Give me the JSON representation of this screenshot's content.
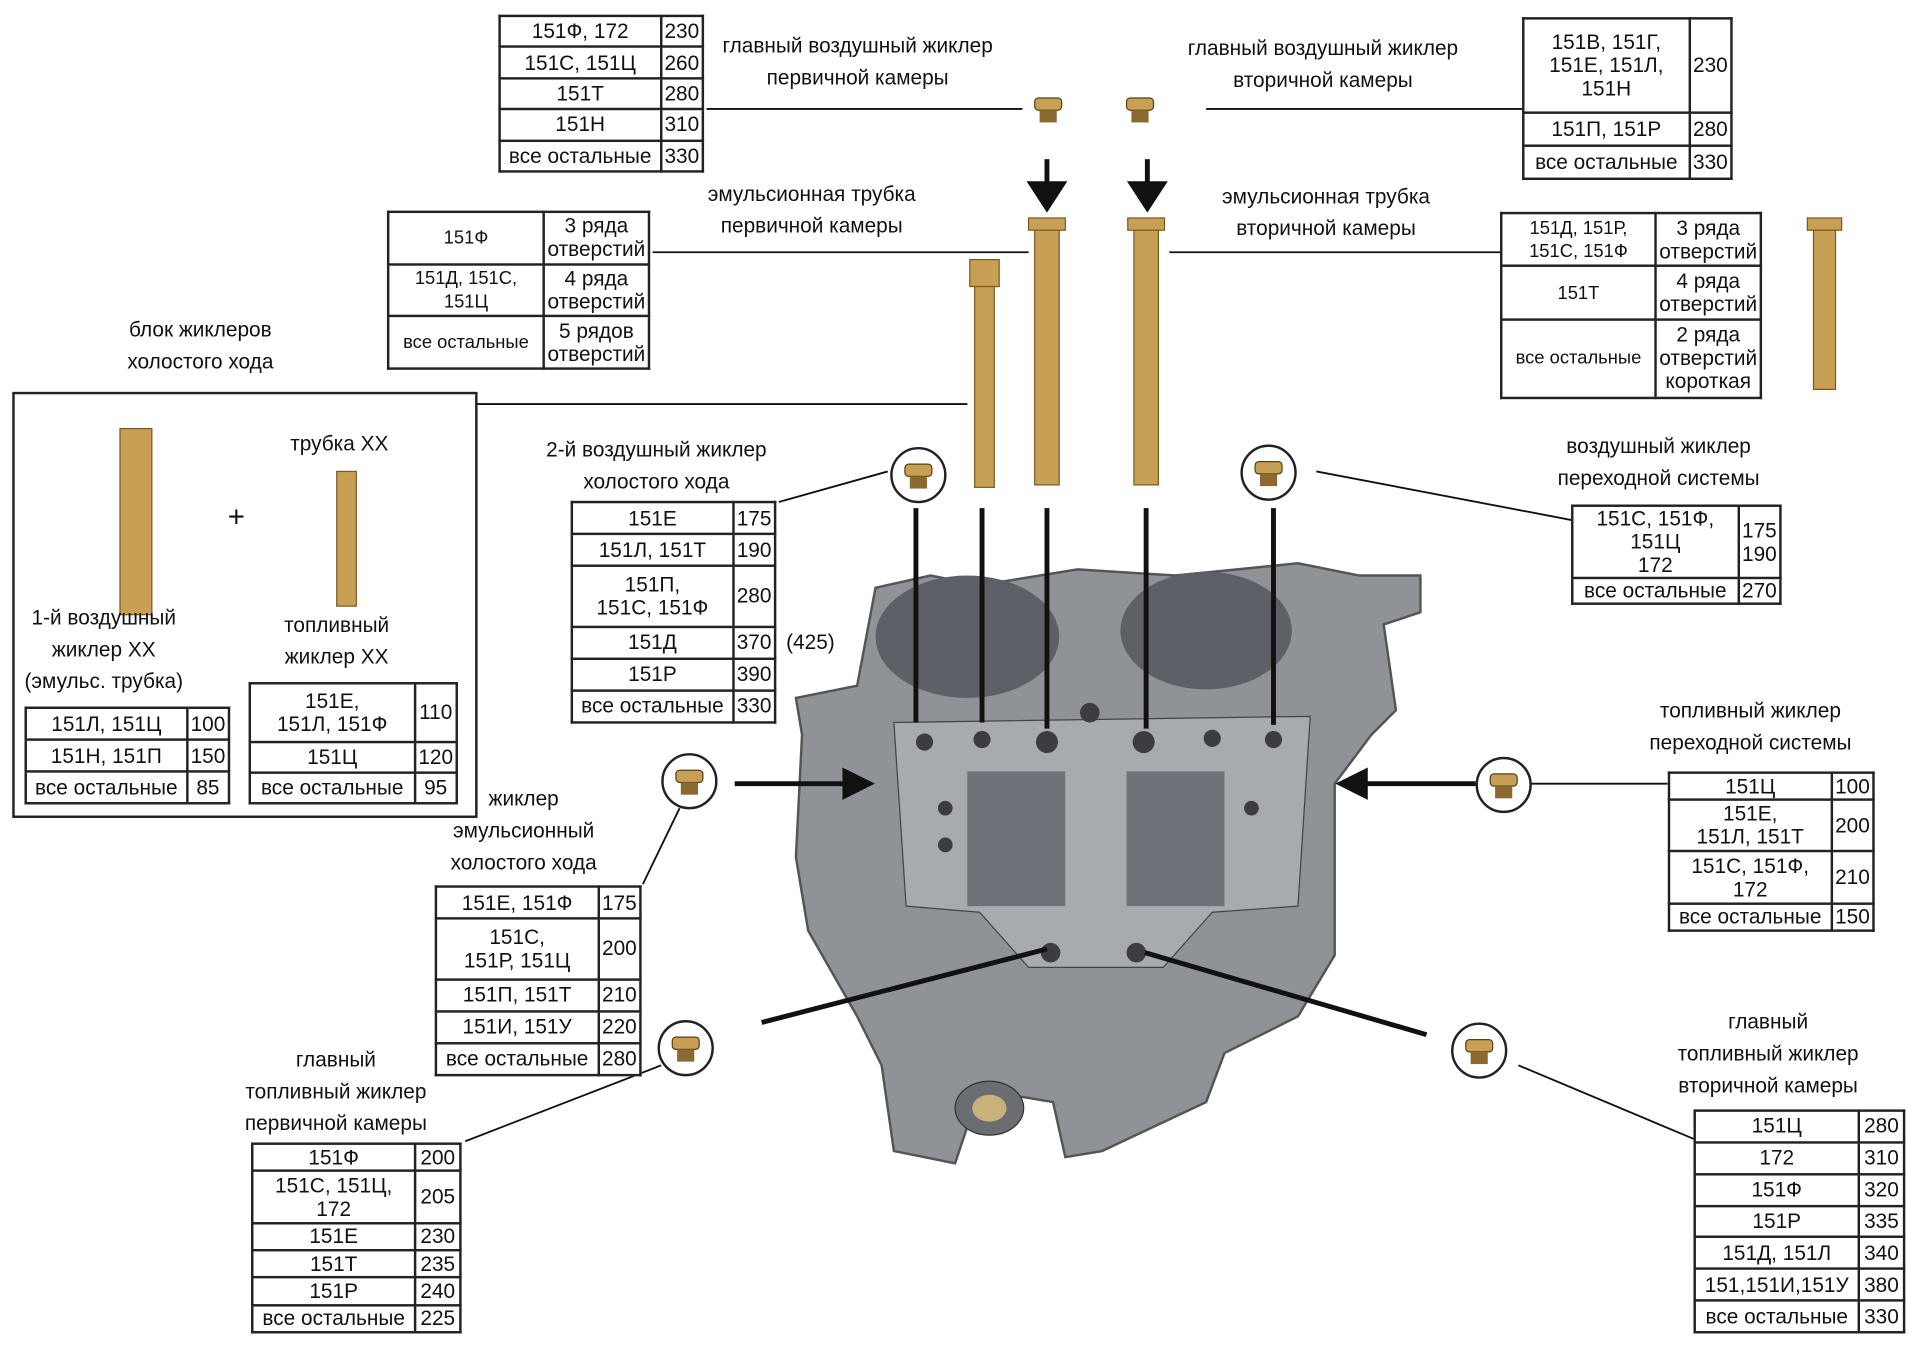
{
  "colors": {
    "brass": "#c8a055",
    "body": "#8f9297",
    "line": "#222222"
  },
  "labels": {
    "main_air_primary": "главный воздушный жиклер\nпервичной камеры",
    "main_air_secondary": "главный воздушный жиклер\nвторичной камеры",
    "emulsion_primary": "эмульсионная трубка\nпервичной камеры",
    "emulsion_secondary": "эмульсионная трубка\nвторичной камеры",
    "idle_block": "блок жиклеров\nхолостого хода",
    "idle_tube": "трубка XX",
    "idle_air_1": "1-й воздушный\nжиклер XX\n(эмульс. трубка)",
    "idle_fuel": "топливный\nжиклер XX",
    "plus": "+",
    "idle_air_2": "2-й воздушный жиклер\nхолостого хода",
    "transition_air": "воздушный жиклер\nпереходной системы",
    "transition_fuel": "топливный жиклер\nпереходной системы",
    "idle_emulsion": "жиклер\nэмульсионный\nхолостого хода",
    "main_fuel_primary": "главный\nтопливный жиклер\nпервичной камеры",
    "main_fuel_secondary": "главный\nтопливный жиклер\nвторичной камеры",
    "note_425": "(425)"
  },
  "tables": {
    "main_air_primary": [
      [
        "151Ф, 172",
        "230"
      ],
      [
        "151С, 151Ц",
        "260"
      ],
      [
        "151Т",
        "280"
      ],
      [
        "151Н",
        "310"
      ],
      [
        "все остальные",
        "330"
      ]
    ],
    "main_air_secondary": [
      [
        "151В, 151Г,\n151Е, 151Л,\n151Н",
        "230"
      ],
      [
        "151П, 151Р",
        "280"
      ],
      [
        "все остальные",
        "330"
      ]
    ],
    "emulsion_primary": [
      [
        "151Ф",
        "3 ряда\nотверстий"
      ],
      [
        "151Д, 151С,\n151Ц",
        "4 ряда\nотверстий"
      ],
      [
        "все остальные",
        "5 рядов\nотверстий"
      ]
    ],
    "emulsion_secondary": [
      [
        "151Д, 151Р,\n151С, 151Ф",
        "3 ряда\nотверстий"
      ],
      [
        "151Т",
        "4 ряда\nотверстий"
      ],
      [
        "все остальные",
        "2 ряда\nотверстий\nкороткая"
      ]
    ],
    "idle_air_2": [
      [
        "151Е",
        "175"
      ],
      [
        "151Л, 151Т",
        "190"
      ],
      [
        "151П,\n151С, 151Ф",
        "280"
      ],
      [
        "151Д",
        "370"
      ],
      [
        "151Р",
        "390"
      ],
      [
        "все остальные",
        "330"
      ]
    ],
    "transition_air": [
      [
        "151С, 151Ф, 151Ц\n172",
        "175\n190"
      ],
      [
        "все остальные",
        "270"
      ]
    ],
    "idle_air_1": [
      [
        "151Л, 151Ц",
        "100"
      ],
      [
        "151Н, 151П",
        "150"
      ],
      [
        "все остальные",
        "85"
      ]
    ],
    "idle_fuel": [
      [
        "151Е,\n151Л, 151Ф",
        "110"
      ],
      [
        "151Ц",
        "120"
      ],
      [
        "все остальные",
        "95"
      ]
    ],
    "idle_emulsion": [
      [
        "151Е, 151Ф",
        "175"
      ],
      [
        "151С,\n151Р, 151Ц",
        "200"
      ],
      [
        "151П, 151Т",
        "210"
      ],
      [
        "151И, 151У",
        "220"
      ],
      [
        "все остальные",
        "280"
      ]
    ],
    "transition_fuel": [
      [
        "151Ц",
        "100"
      ],
      [
        "151Е,\n151Л, 151Т",
        "200"
      ],
      [
        "151С, 151Ф, 172",
        "210"
      ],
      [
        "все остальные",
        "150"
      ]
    ],
    "main_fuel_primary": [
      [
        "151Ф",
        "200"
      ],
      [
        "151С, 151Ц, 172",
        "205"
      ],
      [
        "151Е",
        "230"
      ],
      [
        "151Т",
        "235"
      ],
      [
        "151Р",
        "240"
      ],
      [
        "все остальные",
        "225"
      ]
    ],
    "main_fuel_secondary": [
      [
        "151Ц",
        "280"
      ],
      [
        "172",
        "310"
      ],
      [
        "151Ф",
        "320"
      ],
      [
        "151Р",
        "335"
      ],
      [
        "151Д, 151Л",
        "340"
      ],
      [
        "151,151И,151У",
        "380"
      ],
      [
        "все остальные",
        "330"
      ]
    ]
  }
}
